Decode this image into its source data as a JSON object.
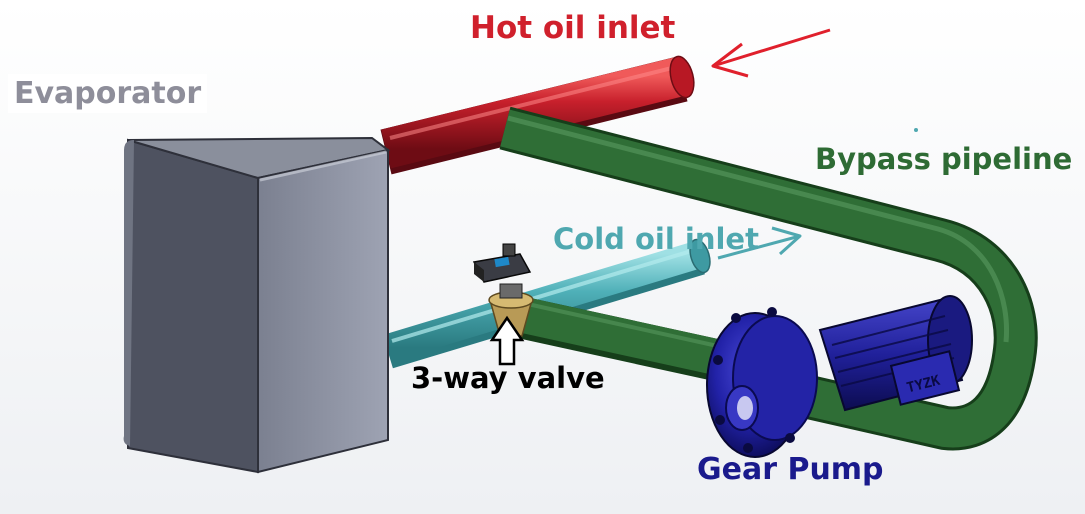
{
  "labels": {
    "hot_oil_inlet": "Hot oil inlet",
    "evaporator": "Evaporator",
    "bypass_pipeline": "Bypass pipeline",
    "cold_oil_inlet": "Cold oil inlet",
    "three_way_valve": "3-way valve",
    "gear_pump": "Gear Pump",
    "motor_nameplate": "TYZK"
  },
  "colors": {
    "hot_oil": "#d0202c",
    "cold_oil": "#4fa8b0",
    "bypass": "#2e6b34",
    "gear_pump": "#1a1a8c",
    "evaporator_label": "#8e8e9a",
    "valve_label": "#000000"
  },
  "icons": {
    "hot_inlet_arrow": "arrow-left-icon",
    "cold_inlet_arrow": "arrow-right-icon",
    "valve_pointer": "arrow-up-icon"
  }
}
